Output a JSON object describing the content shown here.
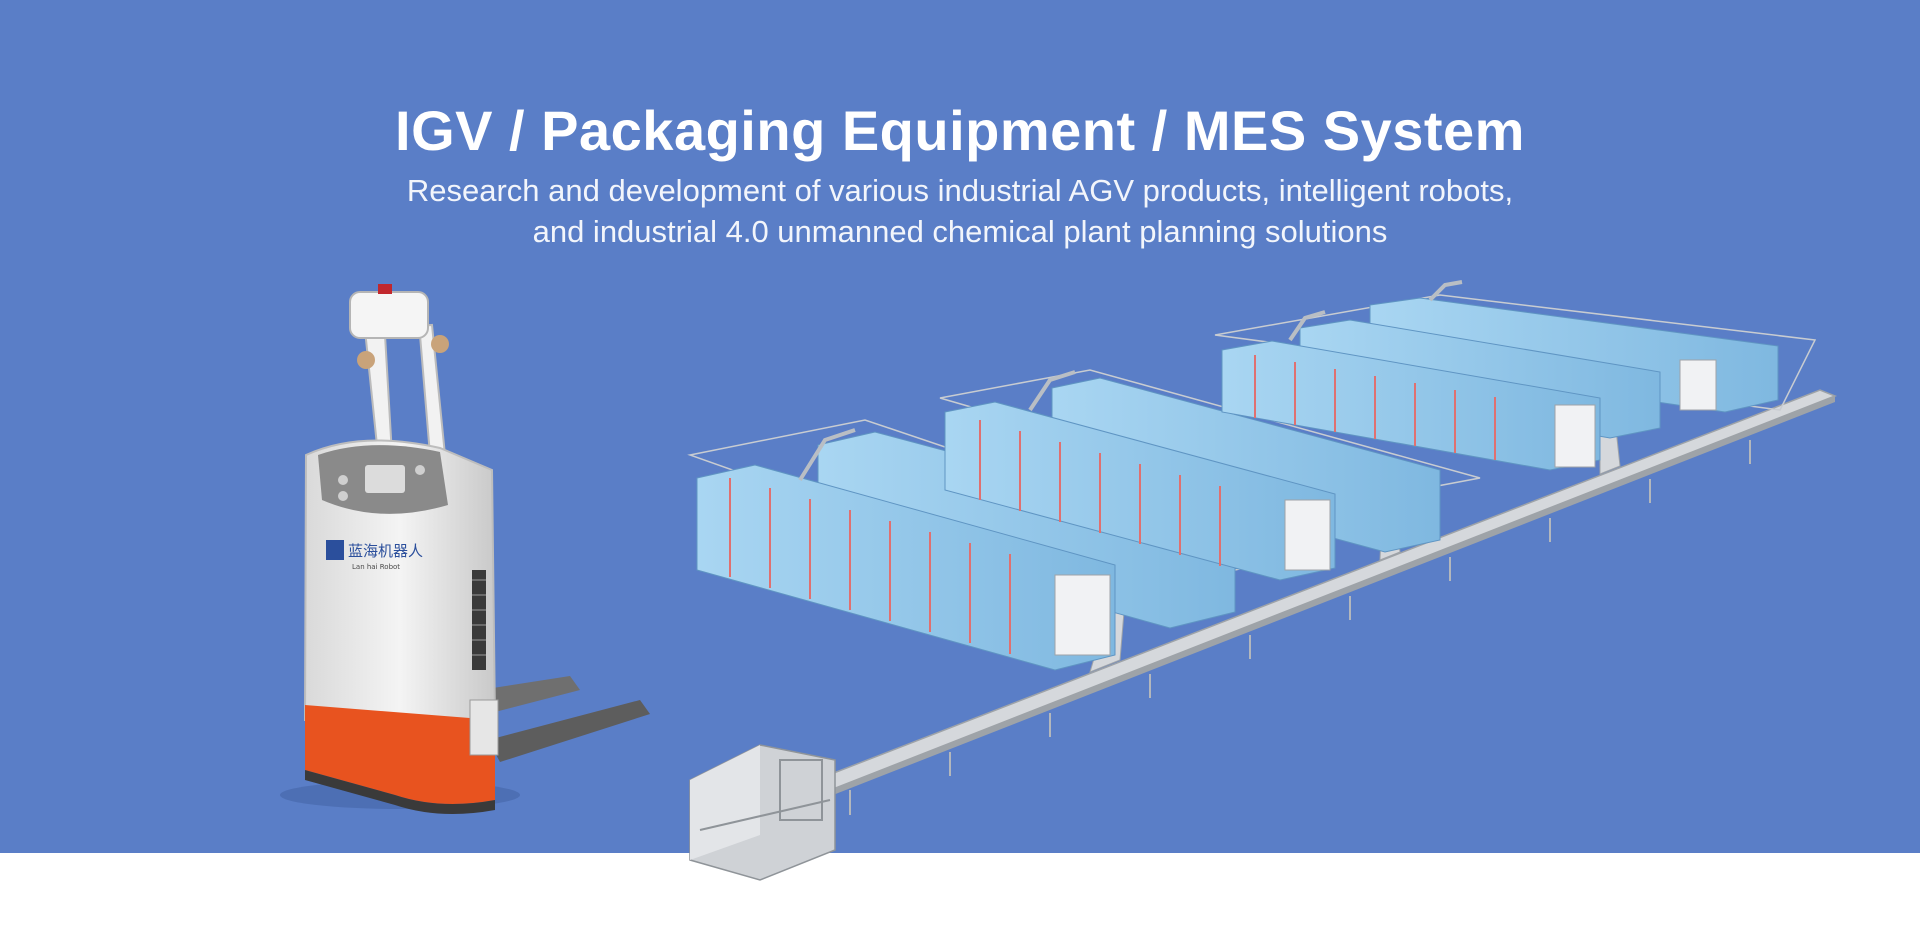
{
  "hero": {
    "title": "IGV / Packaging Equipment / MES System",
    "subtitle_line1": "Research and development of various industrial AGV products, intelligent robots,",
    "subtitle_line2": "and industrial 4.0 unmanned chemical plant planning solutions"
  },
  "robot": {
    "logo_text": "蓝海机器人",
    "logo_subtext": "Lan hai Robot"
  },
  "colors": {
    "banner_bg": "#5a7ec7",
    "page_bg": "#ffffff",
    "robot_body": "#eeeeee",
    "robot_base": "#e8531f",
    "rack_blue": "#8fc6ea",
    "conveyor": "#d5d8dc"
  }
}
